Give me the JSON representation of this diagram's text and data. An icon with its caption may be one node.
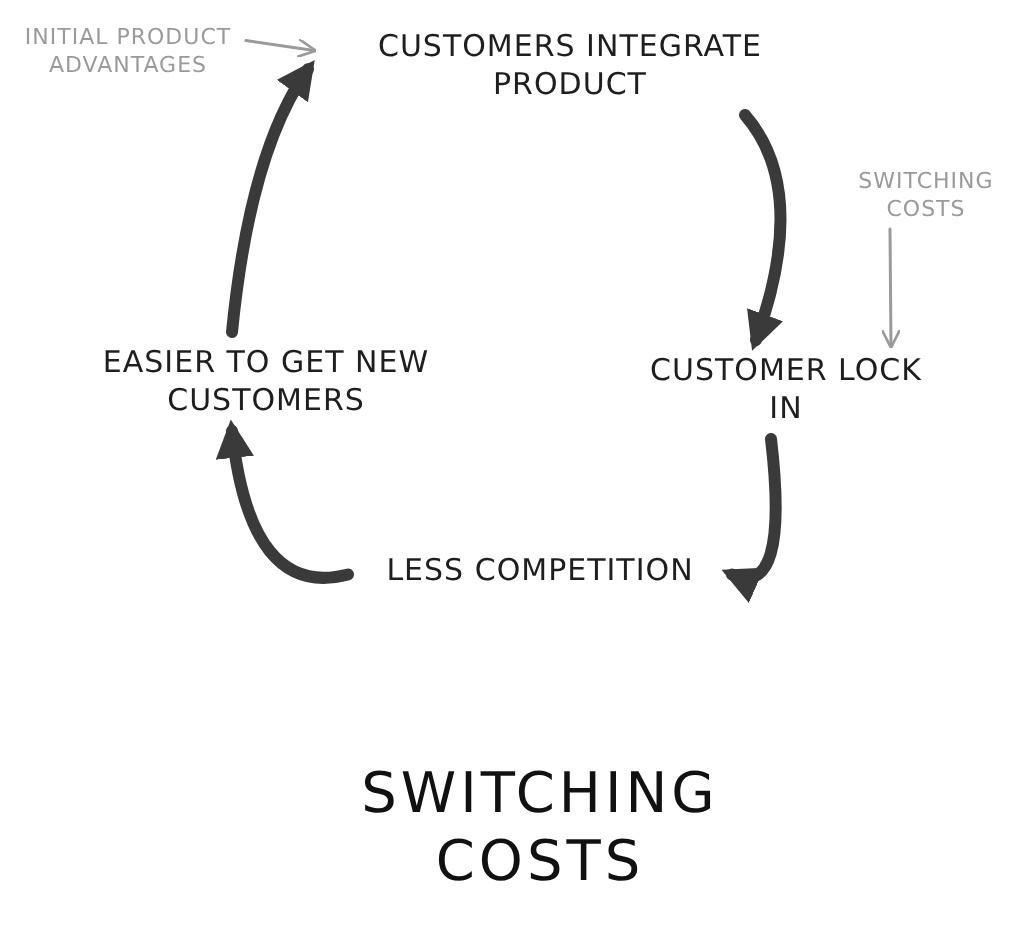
{
  "diagram": {
    "title": "SWITCHING COSTS",
    "nodes": [
      {
        "text": [
          "CUSTOMERS INTEGRATE PRODUCT"
        ]
      },
      {
        "text": [
          "CUSTOMER LOCK IN"
        ]
      },
      {
        "text": [
          "LESS COMPETITION"
        ]
      },
      {
        "text": [
          "EASIER TO GET NEW CUSTOMERS"
        ]
      },
      {
        "text": [
          "INITIAL PRODUCT ADVANTAGES"
        ]
      },
      {
        "text": [
          "SWITCHING COSTS"
        ]
      }
    ],
    "edges": [
      {
        "from": 0,
        "to": 1,
        "arrow": "to"
      },
      {
        "from": 1,
        "to": 2,
        "arrow": "to"
      },
      {
        "from": 2,
        "to": 3,
        "arrow": "to"
      },
      {
        "from": 3,
        "to": 0,
        "arrow": "to"
      },
      {
        "from": 4,
        "to": 0,
        "arrow": "to",
        "color": "#9a9a9a"
      },
      {
        "from": 5,
        "to": 1,
        "arrow": "to",
        "color": "#9a9a9a"
      }
    ]
  }
}
